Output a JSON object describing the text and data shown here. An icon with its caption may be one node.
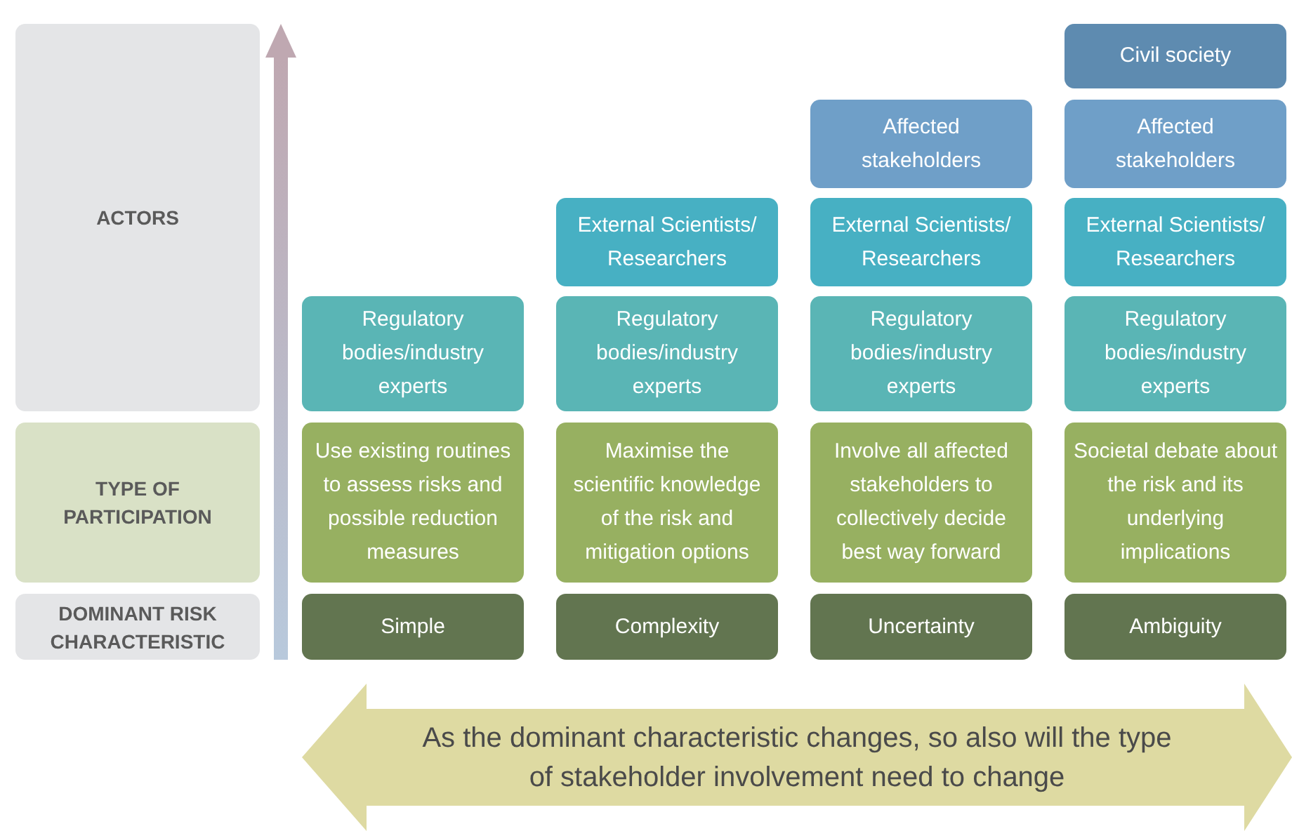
{
  "diagram": {
    "nodes": [
      {
        "text": [
          "ACTORS"
        ]
      },
      {
        "text": [
          "TYPE OF PARTICIPATION"
        ]
      },
      {
        "text": [
          "DOMINANT RISK CHARACTERISTIC"
        ]
      },
      {
        "text": [
          "Civil society"
        ]
      },
      {
        "text": [
          "Affected stakeholders"
        ]
      },
      {
        "text": [
          "Affected stakeholders"
        ]
      },
      {
        "text": [
          "External Scientists/ Researchers"
        ]
      },
      {
        "text": [
          "External Scientists/ Researchers"
        ]
      },
      {
        "text": [
          "External Scientists/ Researchers"
        ]
      },
      {
        "text": [
          "Regulatory bodies/industry experts"
        ]
      },
      {
        "text": [
          "Regulatory bodies/industry experts"
        ]
      },
      {
        "text": [
          "Regulatory bodies/industry experts"
        ]
      },
      {
        "text": [
          "Regulatory bodies/industry experts"
        ]
      },
      {
        "text": [
          "Use existing routines to assess risks and possible reduction measures"
        ]
      },
      {
        "text": [
          "Maximise the scientific knowledge of the risk and mitigation options"
        ]
      },
      {
        "text": [
          "Involve all affected stakeholders to collectively decide best way forward"
        ]
      },
      {
        "text": [
          "Societal debate about the risk and its underlying implications"
        ]
      },
      {
        "text": [
          "Simple"
        ]
      },
      {
        "text": [
          "Complexity"
        ]
      },
      {
        "text": [
          "Uncertainty"
        ]
      },
      {
        "text": [
          "Ambiguity"
        ]
      },
      {
        "text": [
          "As the dominant characteristic changes, so also will the type of stakeholder involvement need to change"
        ]
      }
    ],
    "edges": []
  }
}
